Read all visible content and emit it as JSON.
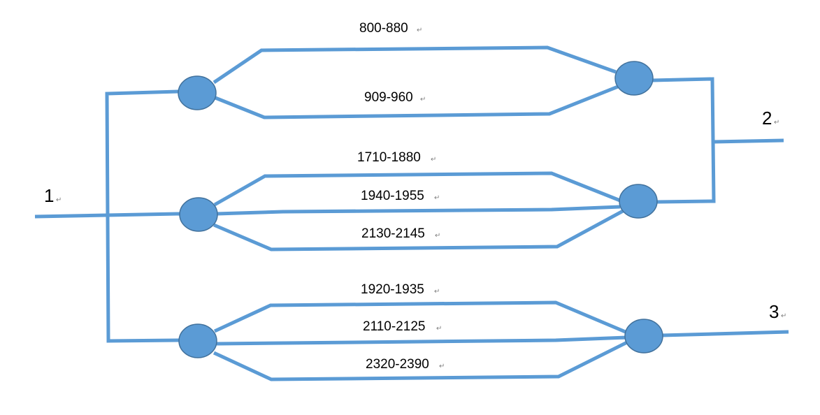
{
  "colors": {
    "line": "#5b9bd5",
    "node_fill": "#5b9bd5",
    "node_stroke": "#41719c",
    "text": "#000000"
  },
  "paragraph_mark": "↵",
  "ports": {
    "port1": "1",
    "port2": "2",
    "port3": "3"
  },
  "bands": {
    "group1": {
      "band1": "800-880",
      "band2": "909-960"
    },
    "group2": {
      "band1": "1710-1880",
      "band2": "1940-1955",
      "band3": "2130-2145"
    },
    "group3": {
      "band1": "1920-1935",
      "band2": "2110-2125",
      "band3": "2320-2390"
    }
  }
}
